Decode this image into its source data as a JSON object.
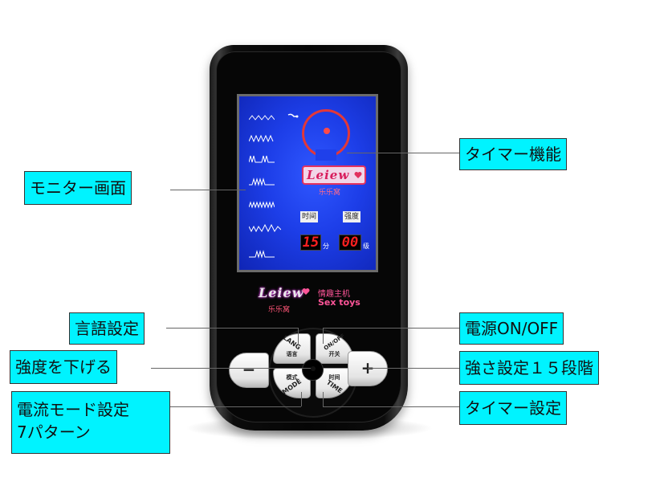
{
  "callouts": {
    "monitor": "モニター画面",
    "timer_function": "タイマー機能",
    "language": "言語設定",
    "power": "電源ON/OFF",
    "decrease": "強度を下げる",
    "increase": "強さ設定１５段階",
    "mode_line1": "電流モード設定",
    "mode_line2": "7パターン",
    "timer_set": "タイマー設定"
  },
  "screen": {
    "logo": "Leiew",
    "logo_sub": "乐乐窝",
    "time_label": "时间",
    "strength_label": "强度",
    "time_value": "15",
    "time_unit": "分",
    "strength_value": "00",
    "strength_unit": "级"
  },
  "brand": {
    "logo": "Leiew",
    "sub_cn": "乐乐窝",
    "tagline_cn": "情趣主机",
    "tagline_en": "Sex toys"
  },
  "buttons": {
    "lang_en": "LANG",
    "lang_cn": "语言",
    "onoff_en": "ON/OFF",
    "onoff_cn": "开关",
    "mode_cn": "模式",
    "mode_en": "MODE",
    "time_cn": "时间",
    "time_en": "TIME",
    "minus": "−",
    "plus": "+"
  },
  "colors": {
    "callout_bg": "#00f3ff",
    "screen_blue": "#1d3ee8",
    "digit_red": "#ff2020"
  }
}
